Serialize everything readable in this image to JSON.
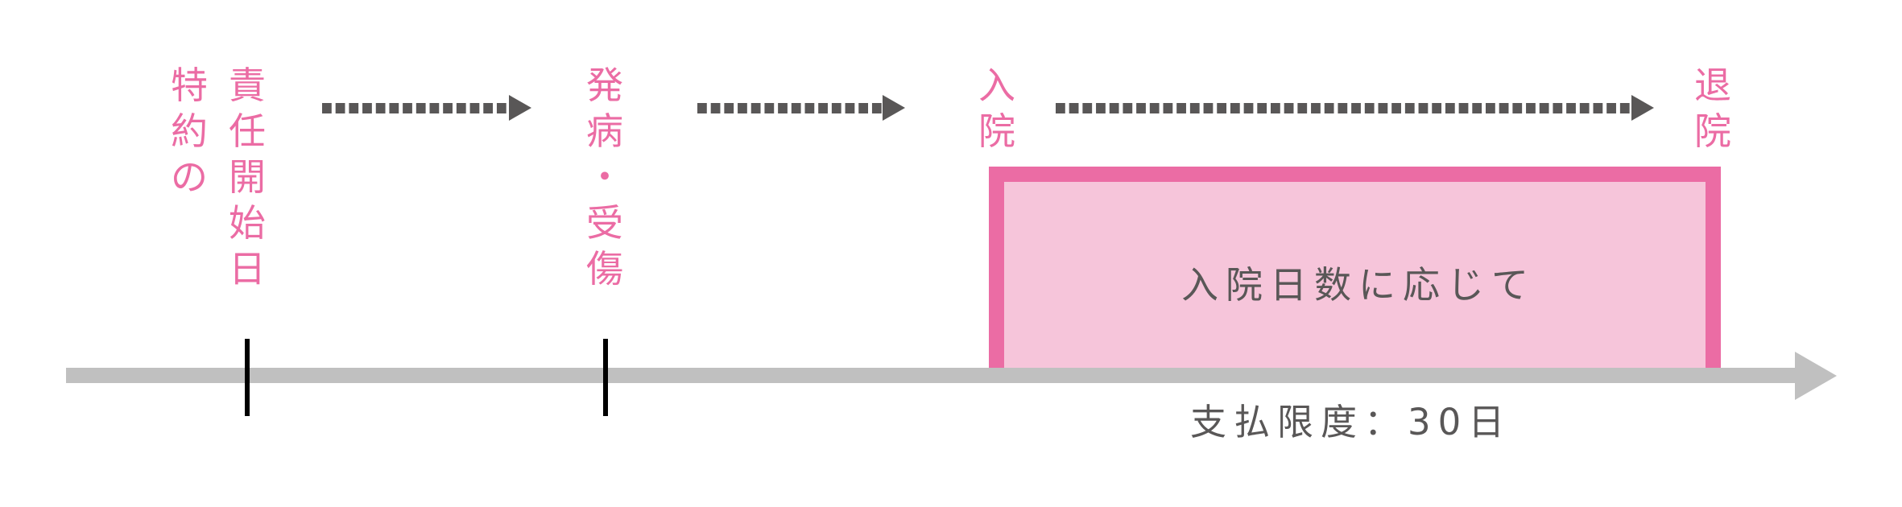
{
  "colors": {
    "accent_pink": "#EB6CA4",
    "box_fill": "#F6C5DA",
    "arrow_gray": "#595757",
    "timeline_gray": "#C0C0C0",
    "tick_black": "#000000",
    "text_gray": "#595757"
  },
  "labels": {
    "policy_start_line1": [
      "特",
      "約",
      "の"
    ],
    "policy_start_line2": [
      "責",
      "任",
      "開",
      "始",
      "日"
    ],
    "onset": [
      "発",
      "病",
      "・",
      "受",
      "傷"
    ],
    "admission": [
      "入",
      "院"
    ],
    "discharge": [
      "退",
      "院"
    ]
  },
  "labels_text": {
    "policy_start": "特約の責任開始日",
    "onset": "発病・受傷",
    "admission": "入院",
    "discharge": "退院"
  },
  "box": {
    "text": "入院日数に応じて"
  },
  "limit": {
    "text": "支払限度：30日"
  },
  "icons": {
    "flow_arrow": "dotted-right-arrow",
    "timeline_arrow": "right-arrow"
  }
}
